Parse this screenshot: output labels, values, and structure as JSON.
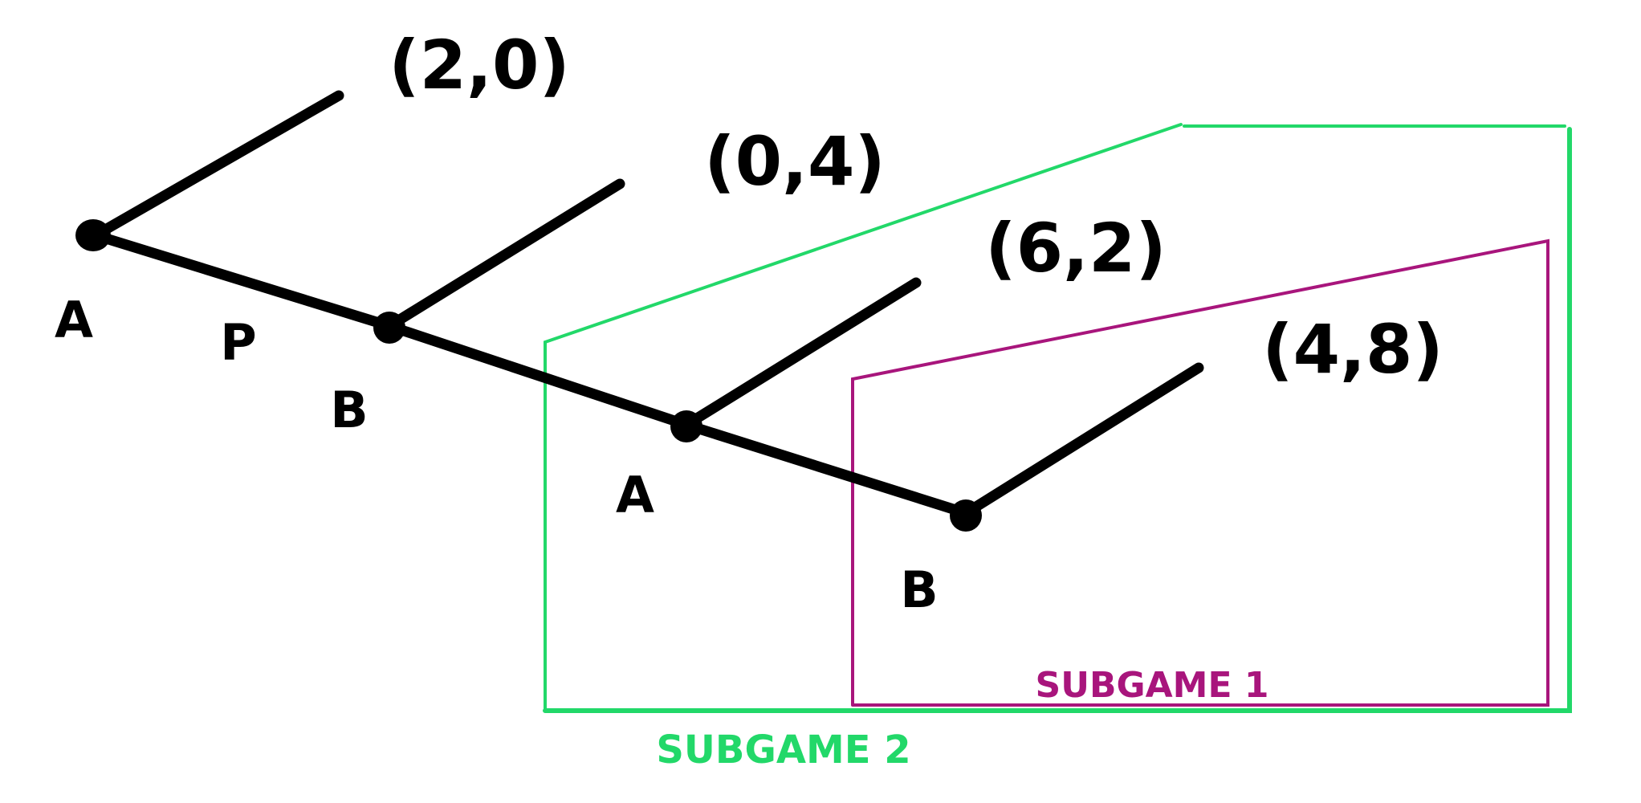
{
  "colors": {
    "ink": "#000000",
    "subgame1": "#a8157c",
    "subgame2": "#22d869"
  },
  "nodes": [
    {
      "label": "A"
    },
    {
      "label": "B"
    },
    {
      "label": "A"
    },
    {
      "label": "B"
    }
  ],
  "edge_label": "P",
  "payoffs": [
    "(2,0)",
    "(0,4)",
    "(6,2)",
    "(4,8)"
  ],
  "subgames": {
    "one": "SUBGAME 1",
    "two": "SUBGAME 2"
  }
}
